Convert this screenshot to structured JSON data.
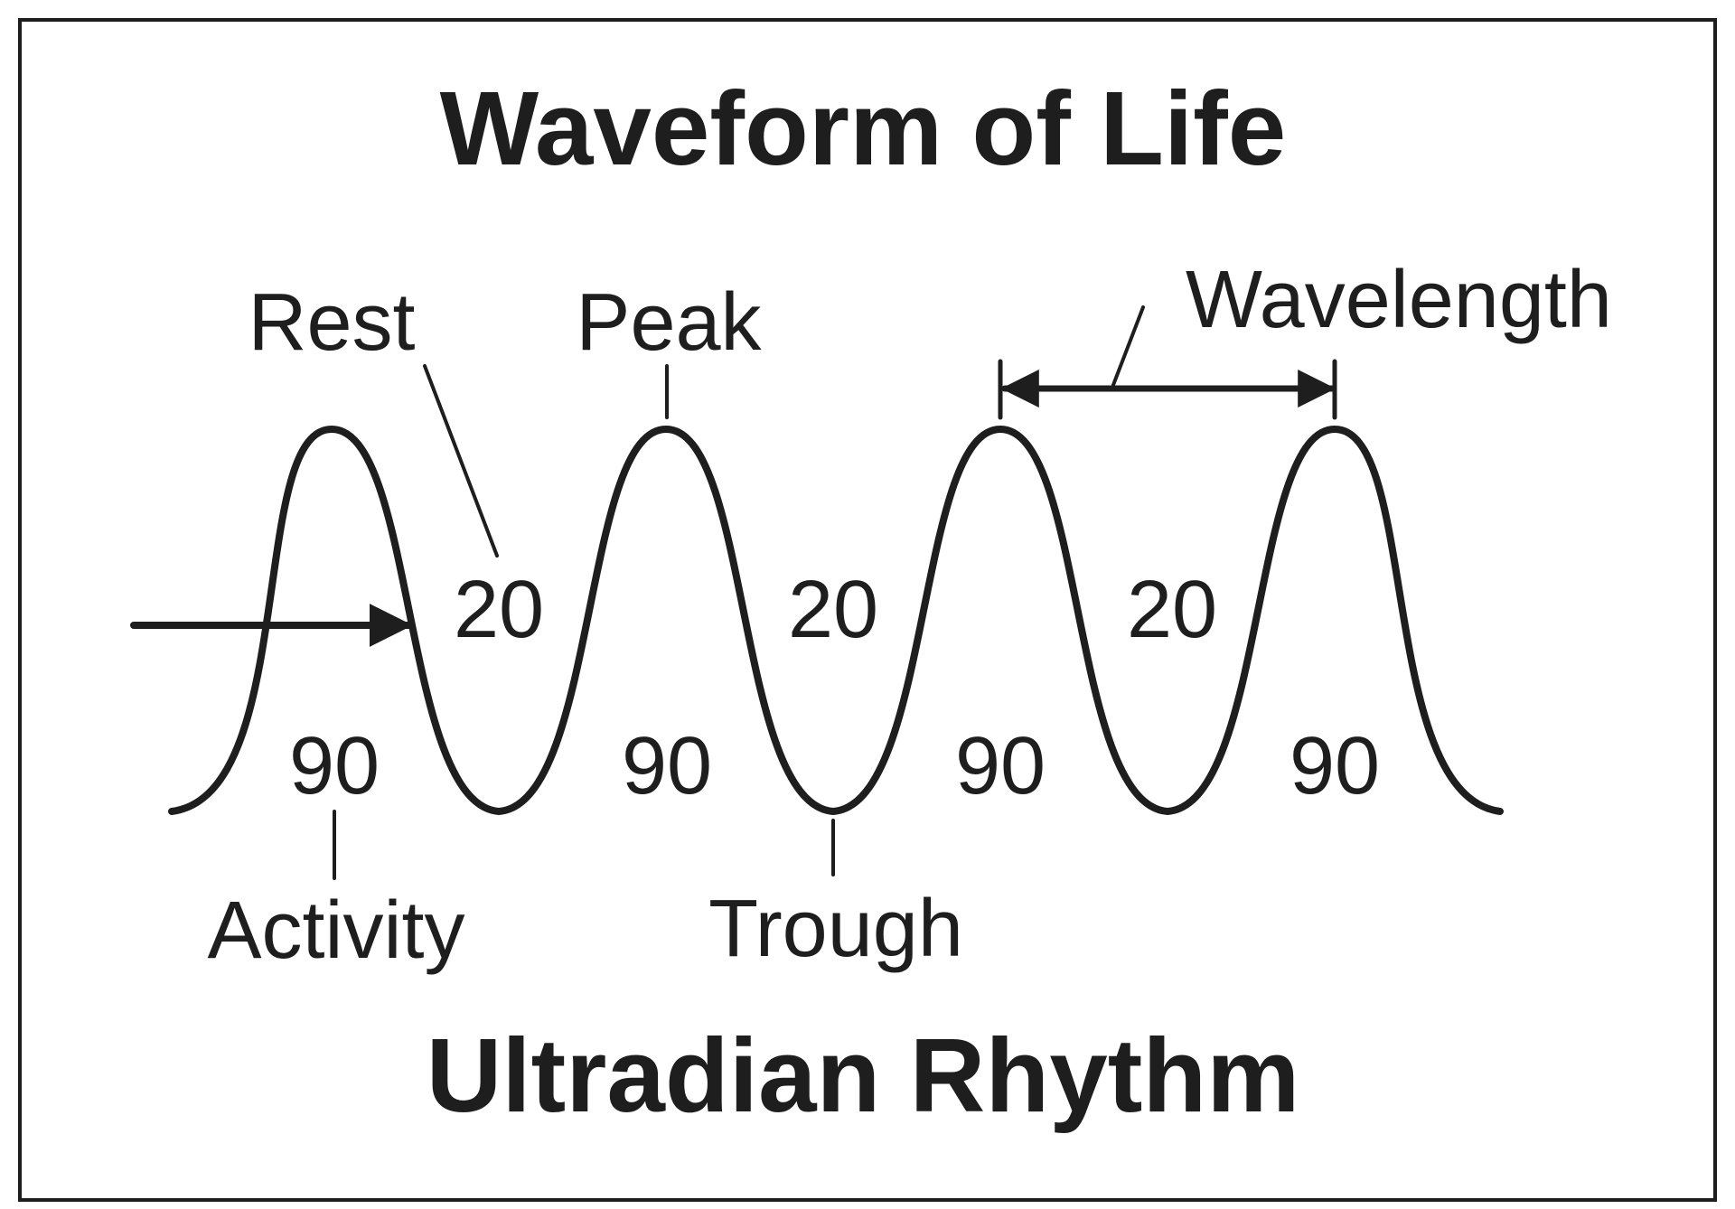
{
  "diagram": {
    "title": "Waveform of Life",
    "subtitle": "Ultradian Rhythm",
    "labels": {
      "rest": "Rest",
      "peak": "Peak",
      "wavelength": "Wavelength",
      "activity": "Activity",
      "trough": "Trough"
    },
    "rest_values": [
      "20",
      "20",
      "20"
    ],
    "activity_values": [
      "90",
      "90",
      "90",
      "90"
    ]
  },
  "colors": {
    "ink": "#1e1e1e",
    "background": "#ffffff"
  }
}
